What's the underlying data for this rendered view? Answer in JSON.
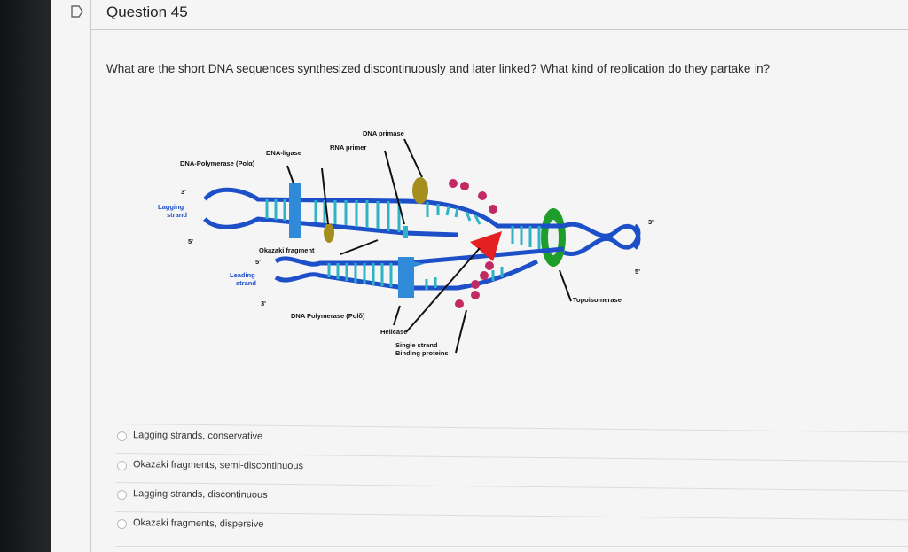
{
  "question": {
    "title": "Question 45",
    "text": "What are the short DNA sequences synthesized discontinuously and later linked? What kind of replication do they partake in?"
  },
  "diagram": {
    "labels": {
      "dna_primase": "DNA primase",
      "rna_primer": "RNA primer",
      "dna_ligase": "DNA-ligase",
      "dna_polymerase_alpha": "DNA-Polymerase (Polα)",
      "lagging_strand": "Lagging strand",
      "okazaki_fragment": "Okazaki fragment",
      "leading_strand": "Leading strand",
      "dna_polymerase_delta": "DNA Polymerase (Polδ)",
      "helicase": "Helicase",
      "ssb": "Single strand Binding proteins",
      "topoisomerase": "Topoisomerase",
      "three_prime": "3'",
      "five_prime": "5'"
    },
    "colors": {
      "backbone": "#1d4fc8",
      "base_pair": "#2fb3c6",
      "ligase_block": "#2f8ad9",
      "primase": "#a58d1e",
      "primer": "#e6b91a",
      "helicase": "#e52020",
      "ssb": "#c22a63",
      "topoisomerase": "#1f9d2b"
    }
  },
  "answers": [
    {
      "label": "Lagging strands, conservative"
    },
    {
      "label": "Okazaki fragments, semi-discontinuous"
    },
    {
      "label": "Lagging strands, discontinuous"
    },
    {
      "label": "Okazaki fragments, dispersive"
    }
  ]
}
